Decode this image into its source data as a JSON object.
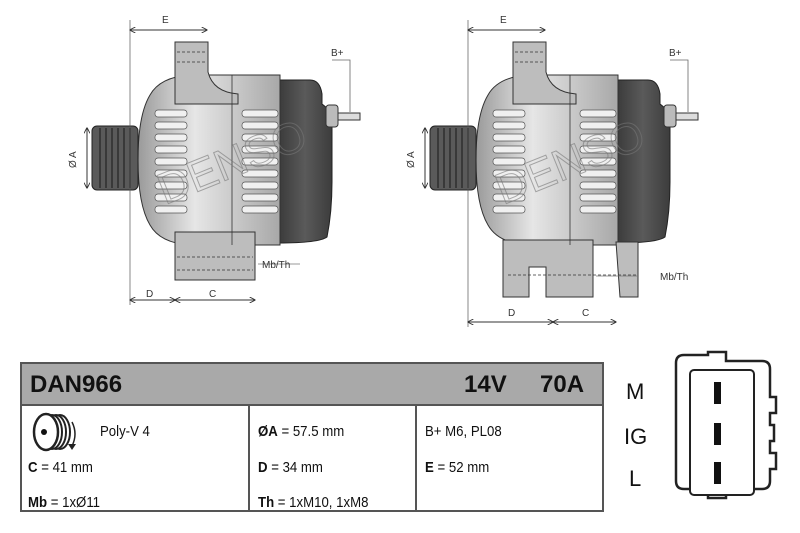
{
  "drawing": {
    "dim_E": "E",
    "dim_D": "D",
    "dim_C": "C",
    "dim_A": "Ø A",
    "terminal_B": "B+",
    "mount_label": "Mb/Th",
    "watermark": "DENSO",
    "body_color": "#c8c8c8",
    "cover_color": "#4d4d4d",
    "pulley_color": "#5a5a5a"
  },
  "spec": {
    "model": "DAN966",
    "voltage": "14V",
    "current": "70A",
    "pulley_type": "Poly-V 4",
    "C_key": "C",
    "C_val": " = 41 mm",
    "Mb_key": "Mb",
    "Mb_val": " = 1xØ11",
    "A_key": "ØA",
    "A_val": " = 57.5 mm",
    "D_key": "D",
    "D_val": " = 34 mm",
    "Th_key": "Th",
    "Th_val": " = 1xM10, 1xM8",
    "Bplus": "B+ M6, PL08",
    "E_key": "E",
    "E_val": " = 52 mm",
    "header_color": "#a9a9a9"
  },
  "connector": {
    "pins": [
      "M",
      "IG",
      "L"
    ]
  }
}
